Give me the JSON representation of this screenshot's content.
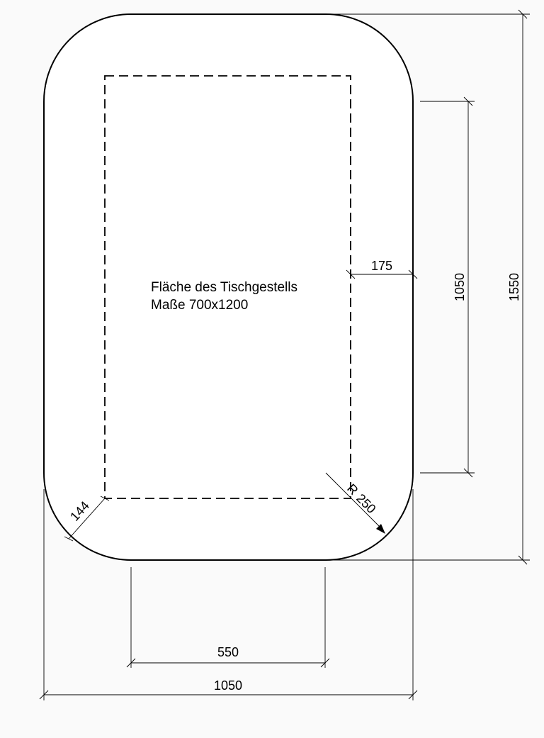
{
  "label": {
    "line1": "Fläche des Tischgestells",
    "line2": "Maße 700x1200"
  },
  "dimensions": {
    "overall_width": "1050",
    "overall_height": "1550",
    "straight_height": "1050",
    "straight_width": "550",
    "side_margin": "175",
    "corner_offset": "144",
    "radius_prefix": "R",
    "radius_value": "250"
  }
}
